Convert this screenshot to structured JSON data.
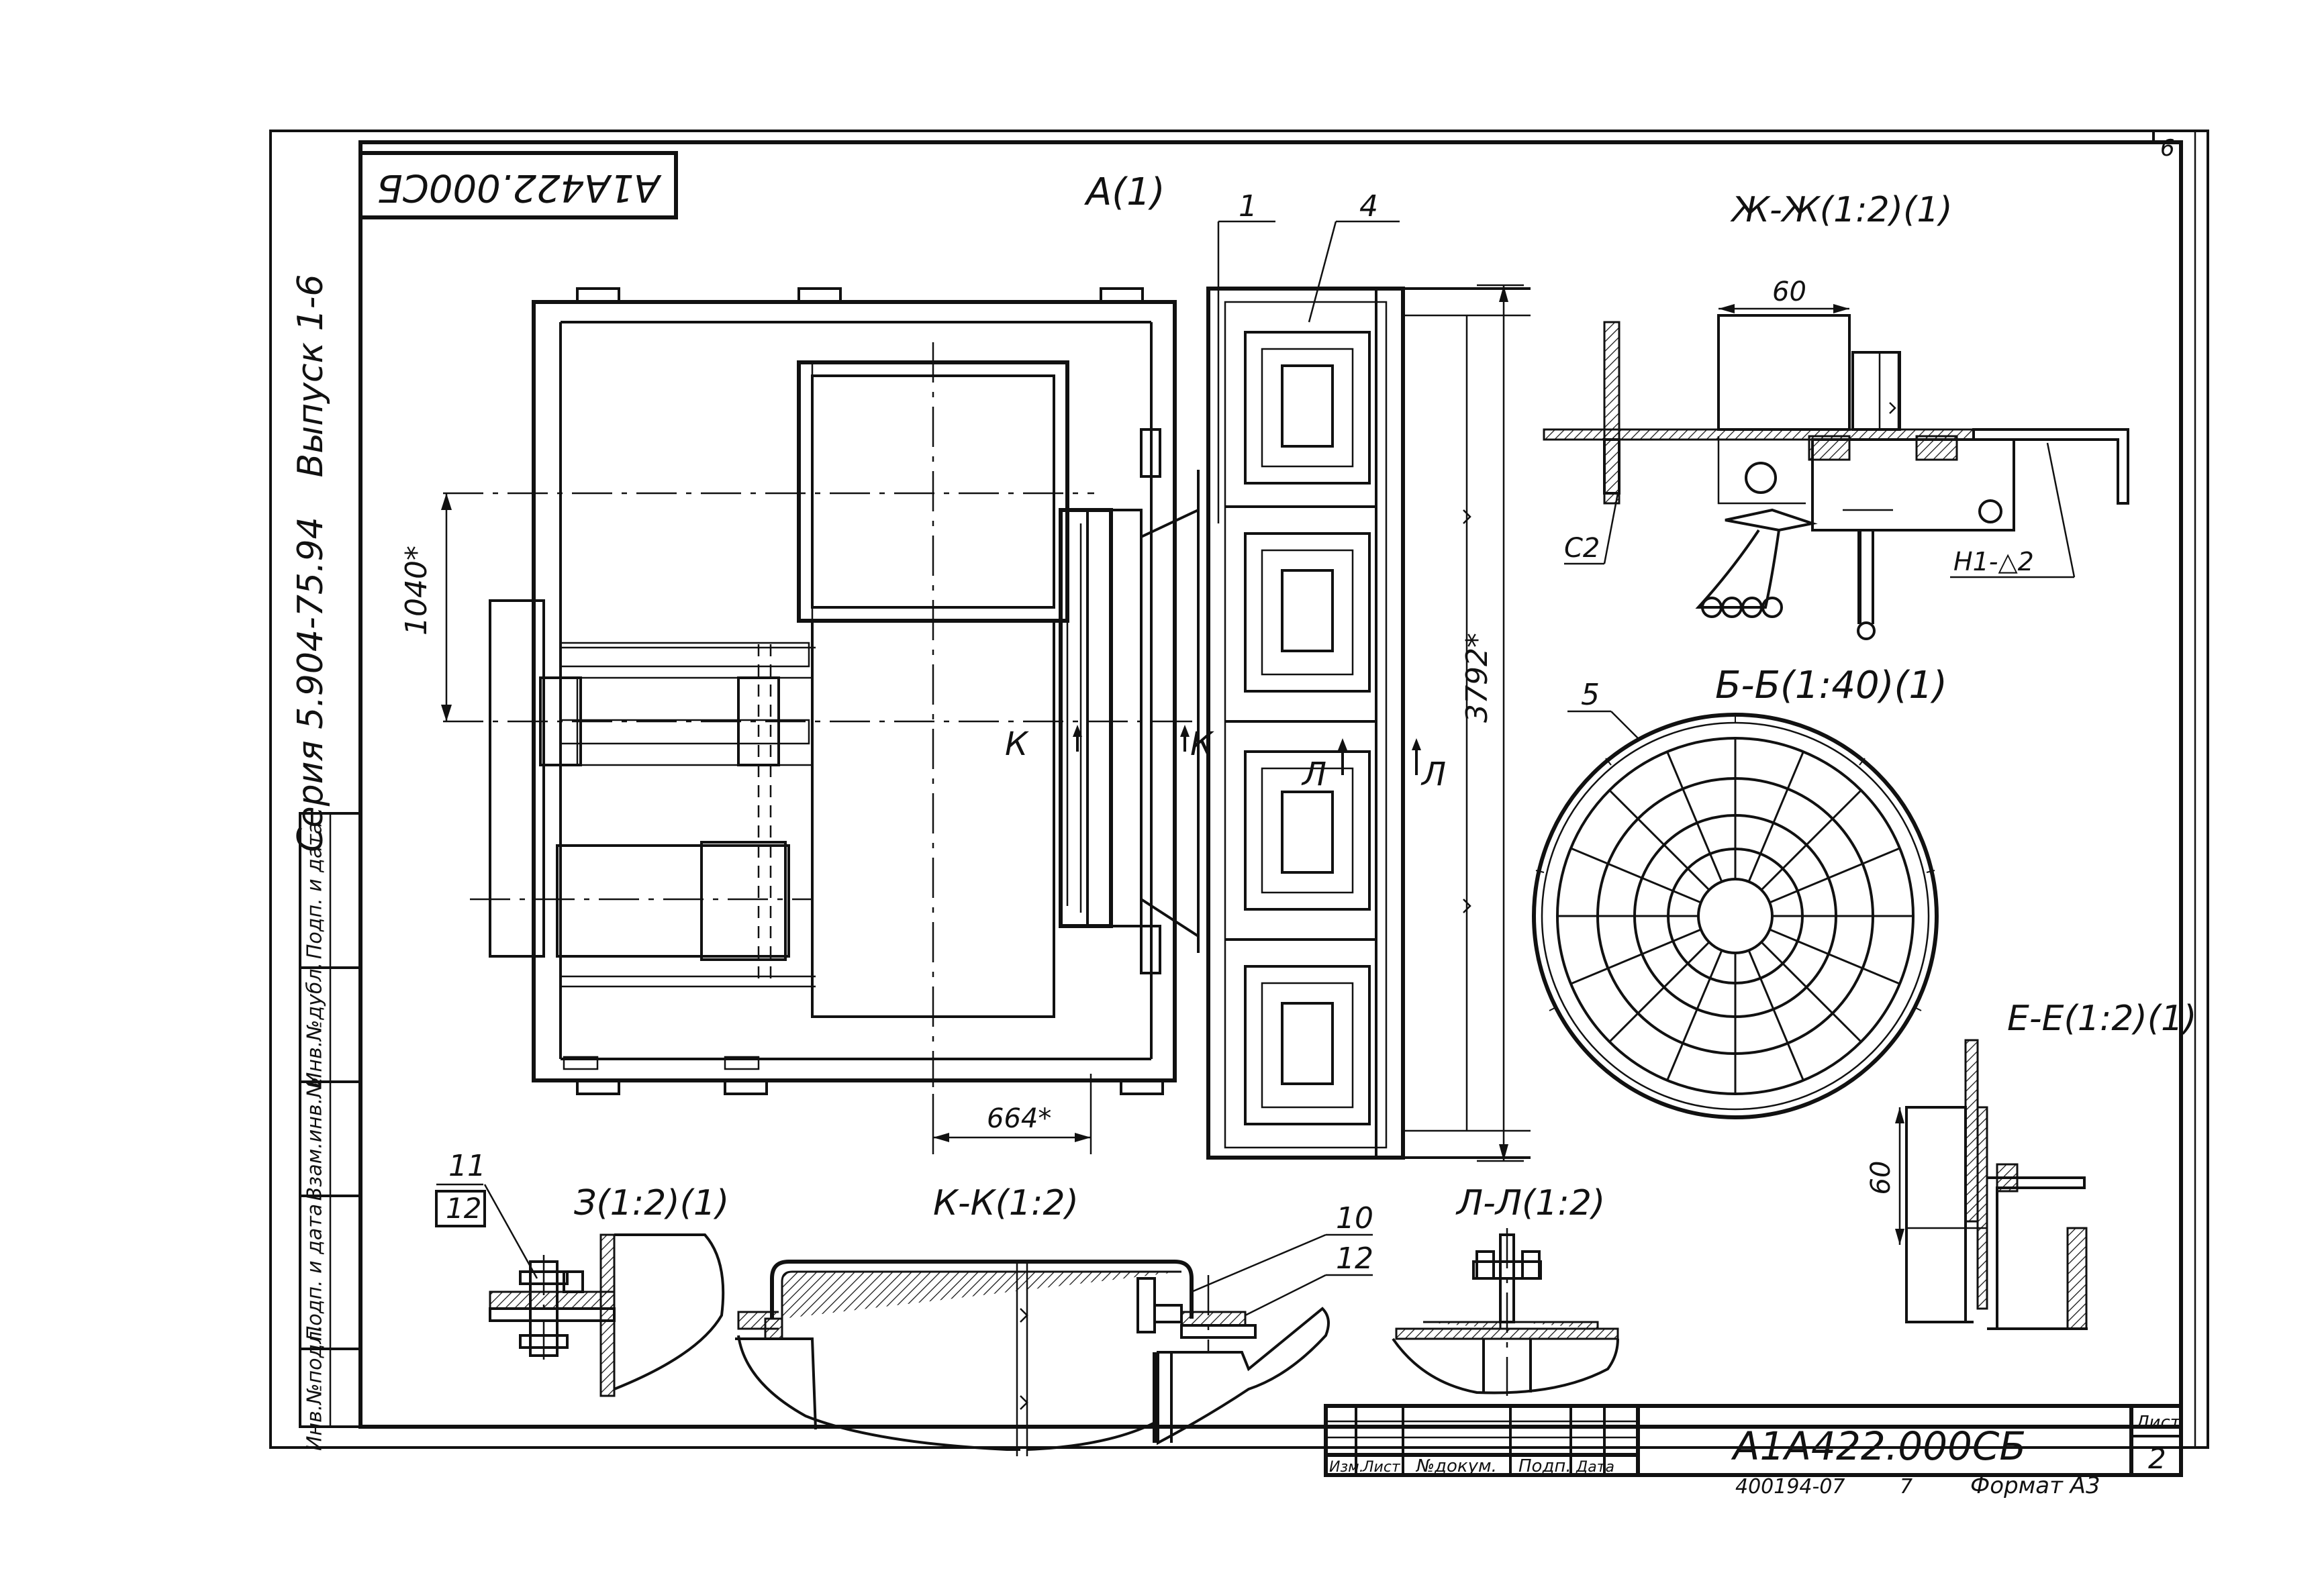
{
  "sheet": {
    "sheet_no": "6",
    "rotated_code": "A1A422.000СБ",
    "series": "Серия 5.904-75.94",
    "issue": "Выпуск 1-6"
  },
  "views": {
    "view_a": "А(1)",
    "zh_zh": "Ж-Ж(1:2)(1)",
    "b_b": "Б-Б(1:40)(1)",
    "e_e": "Е-Е(1:2)(1)",
    "z": "З(1:2)(1)",
    "k_k": "К-К(1:2)",
    "l_l": "Л-Л(1:2)"
  },
  "dims": {
    "d1040": "1040*",
    "d664": "664*",
    "d3792": "3792*",
    "d60_top": "60",
    "d60_side": "60"
  },
  "section_marks": {
    "k": "К",
    "l": "Л"
  },
  "callouts": {
    "c1": "1",
    "c4": "4",
    "c5": "5",
    "c10": "10",
    "c11": "11",
    "c12a": "12",
    "c12b": "12",
    "weld_c2": "С2",
    "weld_h1": "Н1-△2"
  },
  "left_stamp": [
    "Инв.№подл.",
    "Подп. и дата",
    "Взам.инв.№",
    "Инв.№дубл.",
    "Подп. и дата"
  ],
  "title_block": {
    "headers": [
      "Изм.",
      "Лист",
      "№докум.",
      "Подп.",
      "Дата"
    ],
    "designation": "A1A422.000СБ",
    "sheet_label": "Лист",
    "sheet_value": "2"
  },
  "footer": {
    "copy_no": "400194-07",
    "copy_sheet": "7",
    "format": "Формат A3"
  }
}
